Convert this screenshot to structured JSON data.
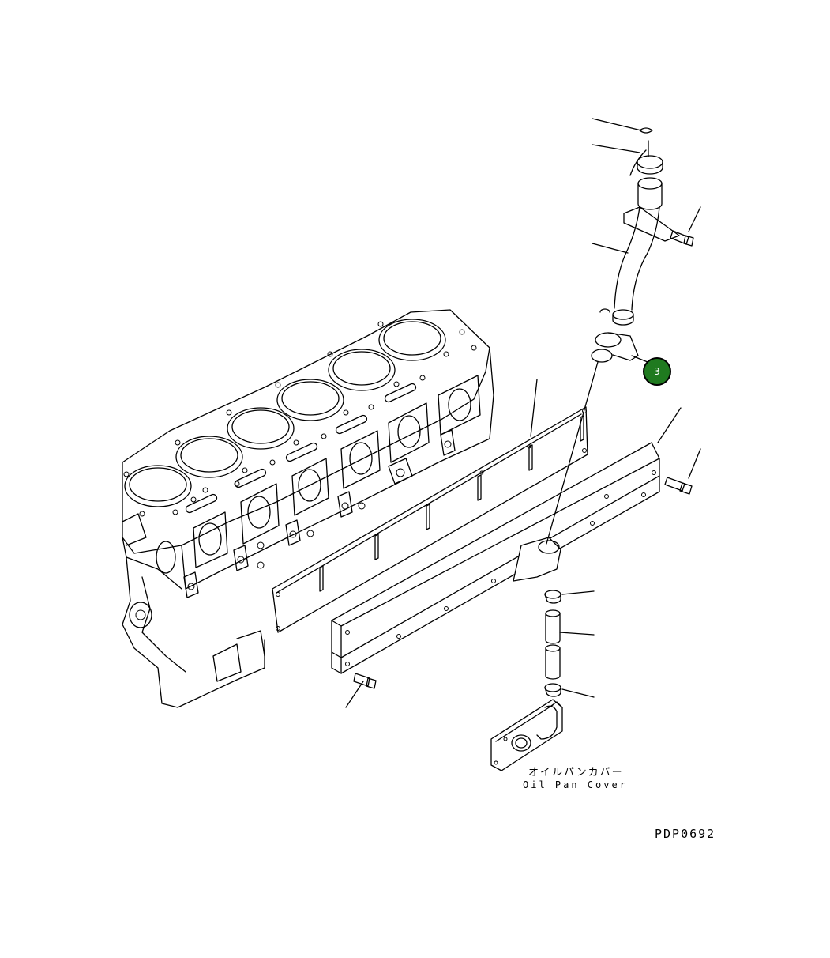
{
  "diagram": {
    "label_japanese": "オイルパンカバー",
    "label_english": "Oil Pan Cover",
    "drawing_code": "PDP0692",
    "callout_number": "3",
    "callout_color": "#1f7a1f"
  }
}
